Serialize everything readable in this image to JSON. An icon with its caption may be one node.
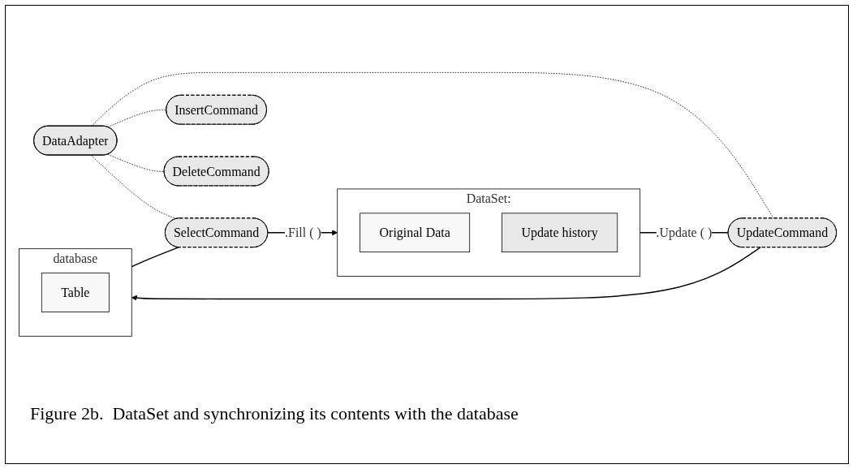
{
  "diagram": {
    "caption": "Figure 2b.  DataSet and synchronizing its contents with the database",
    "nodes": [
      {
        "text": [
          "DataSet:"
        ]
      },
      {
        "text": [
          "Original Data"
        ],
        "in": 0
      },
      {
        "text": [
          "Update history"
        ],
        "in": 0
      },
      {
        "text": [
          "SelectCommand"
        ]
      },
      {
        "text": [
          "DataAdapter"
        ]
      },
      {
        "text": [
          "InsertCommand"
        ]
      },
      {
        "text": [
          "UpdateCommand"
        ]
      },
      {
        "text": [
          "DeleteCommand"
        ]
      },
      {
        "text": [
          "database"
        ]
      },
      {
        "text": [
          "Table"
        ],
        "in": 8
      }
    ],
    "edges": [
      {
        "from": 8,
        "to": 3,
        "arrow": "none"
      },
      {
        "from": 3,
        "to": 0,
        "arrow": "to",
        "label": ".Fill ( )"
      },
      {
        "from": 4,
        "to": 3,
        "arrow": "none",
        "style": "dashed"
      },
      {
        "from": 4,
        "to": 5,
        "arrow": "none",
        "style": "dashed"
      },
      {
        "from": 4,
        "to": 6,
        "arrow": "none",
        "style": "dashed"
      },
      {
        "from": 4,
        "to": 7,
        "arrow": "none",
        "style": "dashed"
      },
      {
        "from": 0,
        "to": 6,
        "arrow": "none",
        "label": ".Update ( )"
      },
      {
        "from": 6,
        "to": 8,
        "arrow": "to"
      }
    ]
  }
}
